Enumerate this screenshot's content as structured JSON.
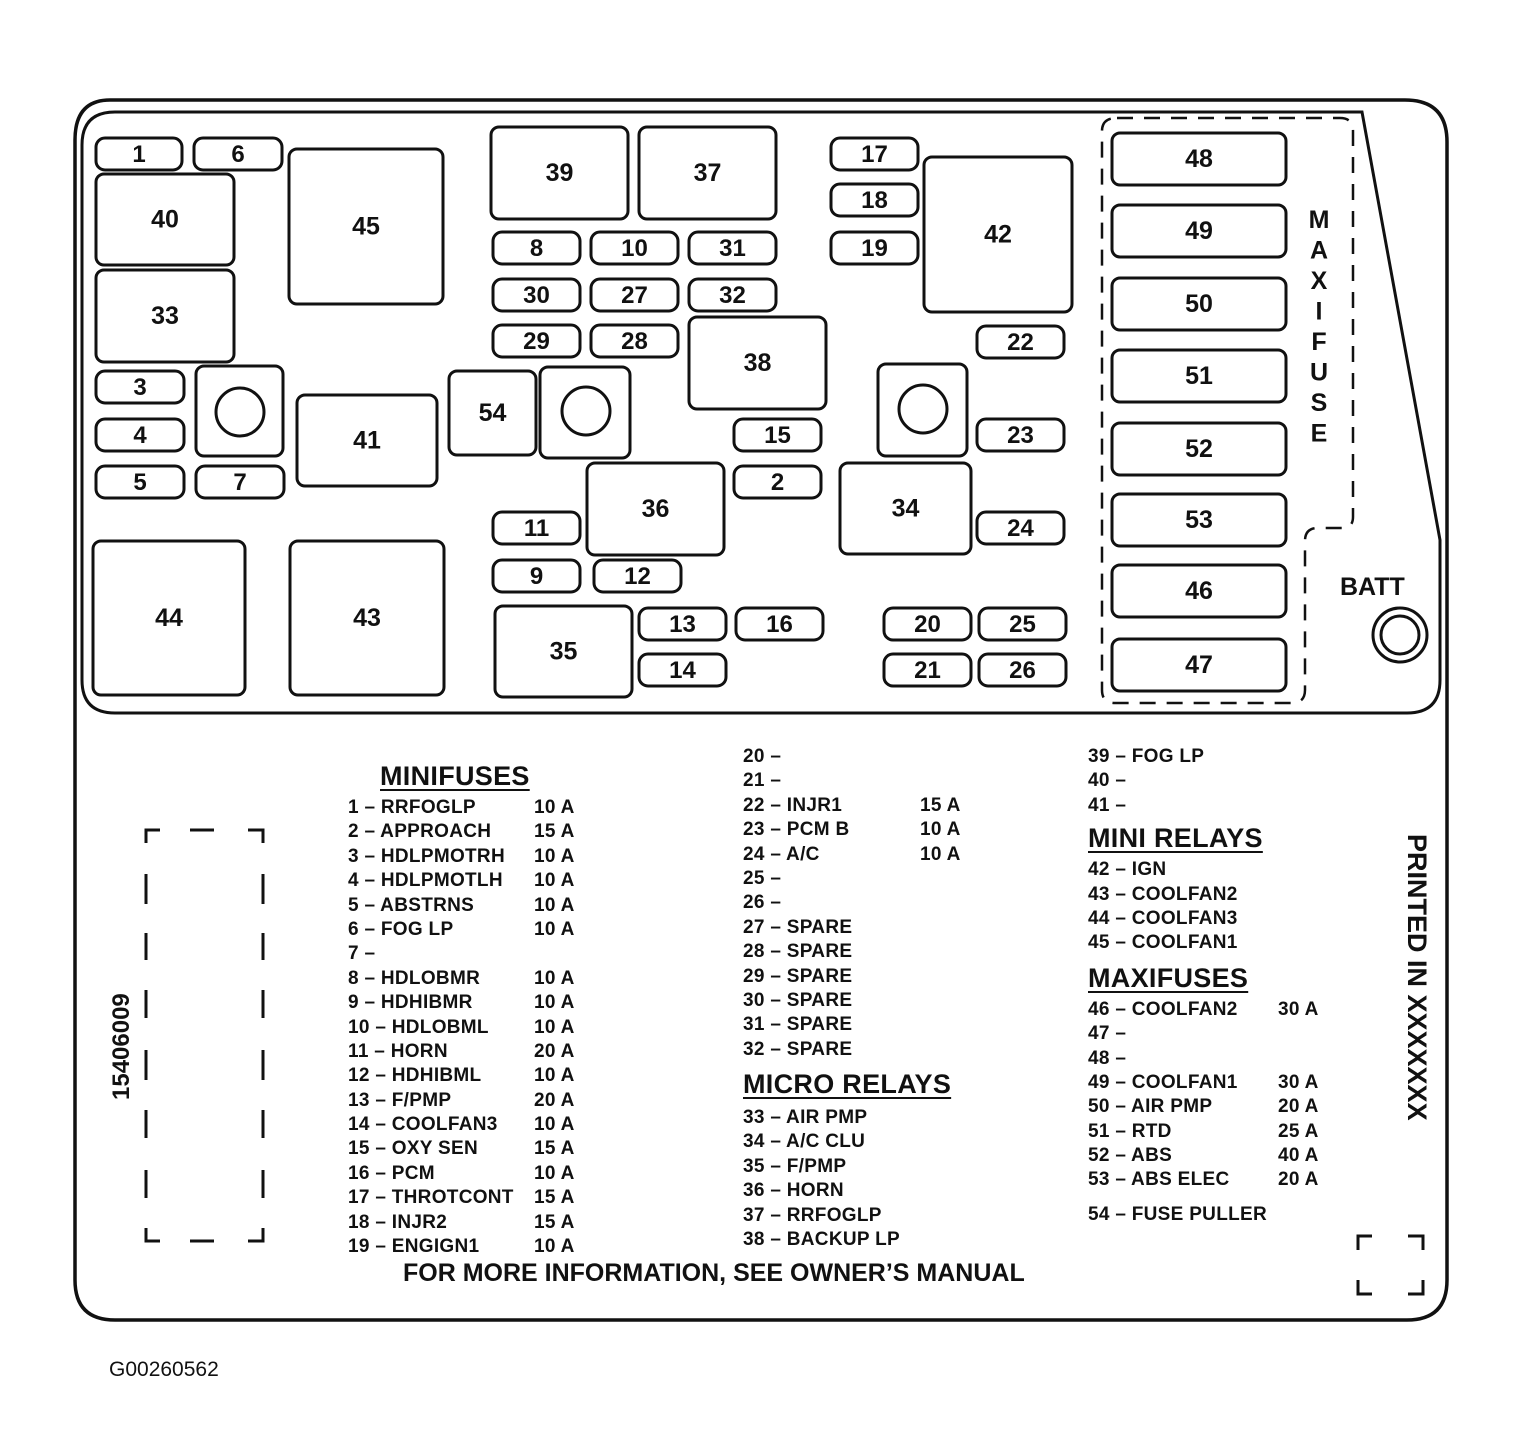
{
  "figure_id": "G00260562",
  "part_number": "15406009",
  "printed_in": "PRINTED IN XXXXXXX",
  "maxifuse_vertical": [
    "M",
    "A",
    "X",
    "I",
    "F",
    "U",
    "S",
    "E"
  ],
  "batt_label": "BATT",
  "footer": "FOR MORE INFORMATION, SEE OWNER’S MANUAL",
  "slots": [
    "1",
    "6",
    "40",
    "45",
    "33",
    "3",
    "4",
    "5",
    "7",
    "41",
    "54",
    "39",
    "37",
    "8",
    "10",
    "31",
    "30",
    "27",
    "32",
    "29",
    "28",
    "38",
    "15",
    "2",
    "36",
    "11",
    "9",
    "12",
    "35",
    "13",
    "14",
    "16",
    "17",
    "18",
    "19",
    "42",
    "22",
    "23",
    "34",
    "24",
    "20",
    "25",
    "21",
    "26",
    "48",
    "49",
    "50",
    "51",
    "52",
    "53",
    "46",
    "47",
    "44",
    "43"
  ],
  "legend": {
    "minifuses_heading": "MINIFUSES",
    "col1": [
      {
        "text": "1 – RRFOGLP",
        "amp": "10 A"
      },
      {
        "text": "2 – APPROACH",
        "amp": "15 A"
      },
      {
        "text": "3 – HDLPMOTRH",
        "amp": "10 A"
      },
      {
        "text": "4 – HDLPMOTLH",
        "amp": "10 A"
      },
      {
        "text": "5 – ABSTRNS",
        "amp": "10 A"
      },
      {
        "text": "6 – FOG LP",
        "amp": "10 A"
      },
      {
        "text": "7 –",
        "amp": ""
      },
      {
        "text": "8 – HDLOBMR",
        "amp": "10 A"
      },
      {
        "text": "9 – HDHIBMR",
        "amp": "10 A"
      },
      {
        "text": "10 – HDLOBML",
        "amp": "10 A"
      },
      {
        "text": "11 – HORN",
        "amp": "20 A"
      },
      {
        "text": "12 – HDHIBML",
        "amp": "10 A"
      },
      {
        "text": "13 – F/PMP",
        "amp": "20 A"
      },
      {
        "text": "14 – COOLFAN3",
        "amp": "10 A"
      },
      {
        "text": "15 – OXY SEN",
        "amp": "15 A"
      },
      {
        "text": "16 – PCM",
        "amp": "10 A"
      },
      {
        "text": "17 – THROTCONT",
        "amp": "15 A"
      },
      {
        "text": "18 – INJR2",
        "amp": "15 A"
      },
      {
        "text": "19 – ENGIGN1",
        "amp": "10 A"
      }
    ],
    "col2": [
      {
        "text": "20 –",
        "amp": ""
      },
      {
        "text": "21 –",
        "amp": ""
      },
      {
        "text": "22 – INJR1",
        "amp": "15 A"
      },
      {
        "text": "23 – PCM B",
        "amp": "10 A"
      },
      {
        "text": "24 – A/C",
        "amp": "10 A"
      },
      {
        "text": "25 –",
        "amp": ""
      },
      {
        "text": "26 –",
        "amp": ""
      },
      {
        "text": "27 – SPARE",
        "amp": ""
      },
      {
        "text": "28 – SPARE",
        "amp": ""
      },
      {
        "text": "29 – SPARE",
        "amp": ""
      },
      {
        "text": "30 – SPARE",
        "amp": ""
      },
      {
        "text": "31 – SPARE",
        "amp": ""
      },
      {
        "text": "32 – SPARE",
        "amp": ""
      }
    ],
    "micro_relays_heading": "MICRO RELAYS",
    "micro_relays": [
      "33 – AIR PMP",
      "34 – A/C CLU",
      "35 – F/PMP",
      "36 – HORN",
      "37 – RRFOGLP",
      "38 – BACKUP LP"
    ],
    "col3_top": [
      "39 – FOG LP",
      "40 –",
      "41 –"
    ],
    "mini_relays_heading": "MINI RELAYS",
    "mini_relays": [
      "42 – IGN",
      "43 – COOLFAN2",
      "44 – COOLFAN3",
      "45 – COOLFAN1"
    ],
    "maxifuses_heading": "MAXIFUSES",
    "maxifuses": [
      {
        "text": "46 – COOLFAN2",
        "amp": "30 A"
      },
      {
        "text": "47 –",
        "amp": ""
      },
      {
        "text": "48 –",
        "amp": ""
      },
      {
        "text": "49 – COOLFAN1",
        "amp": "30 A"
      },
      {
        "text": "50 – AIR PMP",
        "amp": "20 A"
      },
      {
        "text": "51 – RTD",
        "amp": "25 A"
      },
      {
        "text": "52 – ABS",
        "amp": "40 A"
      },
      {
        "text": "53 – ABS ELEC",
        "amp": "20 A"
      }
    ],
    "fuse_puller": "54 – FUSE PULLER"
  }
}
